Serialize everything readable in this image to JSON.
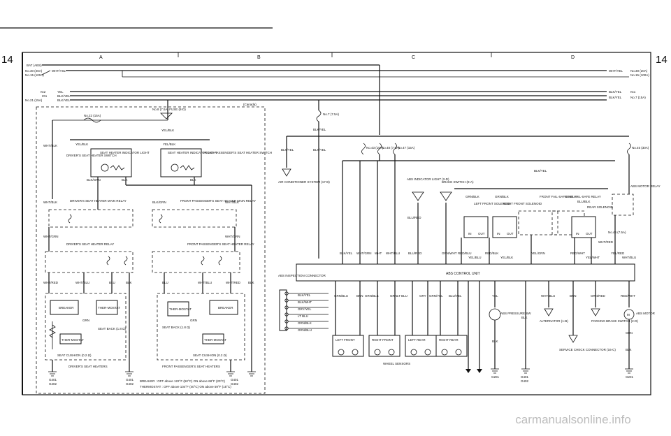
{
  "page": {
    "page_number": "14",
    "zones": [
      "A",
      "B",
      "C",
      "D"
    ],
    "watermark": "carmanualsonline.info"
  },
  "power": {
    "bat": "BAT (ABS)",
    "fuse_30": "No.30 (20A)",
    "fuse_15": "No.15 (100A)",
    "wire_whtysl": "WHT/YSL",
    "ig2": "IG2",
    "ig1": "IG1",
    "fuse_21": "No.21 (15A)",
    "wire_yel": "YEL",
    "wire_blkyel": "BLK/YEL",
    "right_wire_whtyel": "WHT/YEL",
    "right_fuse_30": "No.30 (20A)",
    "right_fuse_15": "No.15 (100A)",
    "right_wire_blkyel": "BLK/YEL",
    "right_ig1": "IG1",
    "right_wire_blkyel2": "BLK/YEL",
    "right_fuse_7": "No.7 (15A)",
    "canada": "(Canada)"
  },
  "seat_heaters": {
    "fuse_22": "No.22 (15A)",
    "fuse_8": "No.8 (7.5A) FUSE (8-D)",
    "yel_blk_1": "YEL/BLK",
    "yel_blk_2": "YEL/BLK",
    "yel_blk_3": "YEL/BLK",
    "wht_blk": "WHT/BLK",
    "driver_switch": "DRIVER'S SEAT HEATER SWITCH",
    "indicator_1": "SEAT HEATER INDICATOR LIGHT",
    "indicator_2": "SEAT HEATER INDICATOR LIGHT",
    "passenger_switch": "FRONT PASSENGER'S SEAT HEATER SWITCH",
    "blk_grn_1": "BLK/GRN",
    "blk_1": "BLK",
    "blk_2": "BLK",
    "driver_main_relay": "DRIVER'S SEAT HEATER MAIN RELAY",
    "passenger_main_relay": "FRONT PASSENGER'S SEAT HEATER MAIN RELAY",
    "wht_blk_2": "WHT/BLK",
    "blk_grn_2": "BLK/GRN",
    "wht_blk_3": "WHT/BLK",
    "wht_grn_1": "WHT/GRN",
    "wht_grn_2": "WHT/GRN",
    "driver_relay": "DRIVER'S SEAT HEATER RELAY",
    "passenger_relay": "FRONT PASSENGER'S SEAT HEATER RELAY",
    "wht_red": "WHT/RED",
    "wht_blu": "WHT/BLU",
    "blu": "BLU",
    "blk_3": "BLK",
    "blu_2": "BLU",
    "wht_blu_2": "WHT/BLU",
    "wht_red_2": "WHT/RED",
    "blk_4": "BLK",
    "breaker": "BREAKER",
    "thermostat": "THER-MOSTAT",
    "grn": "GRN",
    "seat_back": "SEAT BACK (1.8 Ω)",
    "seat_cushion": "SEAT CUSHION (0.2 Ω)",
    "driver_label": "DRIVER'S SEAT HEATERS",
    "passenger_label": "FRONT PASSENGER'S SEAT HEATERS",
    "g401": "G401",
    "g402": "G402",
    "g401b": "G401",
    "g402b": "G402",
    "g401c": "G401",
    "g402c": "G402",
    "note_breaker": "BREAKER : OFF above 122°F (50°C) ON above 68°F (20°C)",
    "note_thermostat": "THERMOSTAT : OFF above 104°F (40°C) ON above 59°F (15°C)"
  },
  "abs": {
    "fuse_7b": "No.7 (7.5A)",
    "blk_yel": "BLK/YEL",
    "blk_yel_2": "BLK/YEL",
    "blk_yel_3": "BLK/YEL",
    "ac_system": "AIR CONDITIONER SYSTEM (17-B)",
    "fuse_43": "No.43 (15A)",
    "fuse_48": "No.48 (7.5A)",
    "fuse_47": "No.47 (15A)",
    "fuse_45": "No.45 (30A)",
    "abs_indicator": "ABS INDICATOR LIGHT (2-D)",
    "brake_switch": "BRAKE SWITCH (9-A)",
    "grn_blk": "GRN/BLK",
    "grn_blk2": "GRN/BLK",
    "left_solenoid": "LEFT FRONT SOLENOID",
    "right_solenoid": "RIGHT FRONT SOLENOID",
    "front_failsafe": "FRONT FAIL-SAFE RELAY",
    "rear_failsafe": "REAR FAIL-SAFE RELAY",
    "rear_solenoid": "REAR SOLENOID",
    "motor_relay": "ABS MOTOR RELAY",
    "blu_red": "BLU/RED",
    "in": "IN",
    "out": "OUT",
    "in2": "IN",
    "out2": "OUT",
    "in3": "IN",
    "out3": "OUT",
    "blk_yel_4": "BLK/YEL",
    "blu_blk": "BLU/BLK",
    "fuse_46": "No.46 (7.5A)",
    "wht_red_abs": "WHT/RED",
    "control_unit": "ABS CONTROL UNIT",
    "inspection": "ABS INSPECTION CONNECTOR",
    "conn_wires": [
      "BLK/YEL",
      "BLK/WHT",
      "GRY/YEL",
      "LT BLU",
      "GRN/BLK",
      "GRN/BLU"
    ],
    "top_wires": [
      "BLK/YEL",
      "WHT/GRN",
      "WHT",
      "WHT/BLU",
      "BLU/RED",
      "GRN/WHT",
      "RED/BLU",
      "RED/BLK",
      "YEL/BLU",
      "YEL/BLK",
      "YEL/GRN",
      "RED/WHT",
      "YEL/WHT",
      "YEL/RED",
      "WHT/BLU"
    ],
    "bottom_wires": [
      "GRN/BLU",
      "BRN",
      "GRN/BLK",
      "GRN",
      "LT BLU",
      "GRY",
      "GRN/YEL",
      "BLU/YEL",
      "YEL",
      "WHT/BLU",
      "BRN",
      "GRN/RED",
      "RED/WHT"
    ],
    "sensors": [
      "LEFT FRONT",
      "RIGHT FRONT",
      "LEFT REAR",
      "RIGHT REAR"
    ],
    "wheel_sensors": "WHEEL SENSORS",
    "pressure_sw": "ABS PRESSURE SW",
    "alternator": "ALTERNATOR (1-B)",
    "parking": "PARKING BRAKE SWITCH (2-D)",
    "service_check": "SERVICE CHECK CONNECTOR (16-C)",
    "abs_motor": "ABS MOTOR",
    "blk_r": "BLK",
    "blk_r2": "BLK",
    "blk_r3": "BLK",
    "grn_r": "GRN",
    "g201": "G201",
    "g401": "G401",
    "g402": "G402",
    "g201b": "G201"
  }
}
